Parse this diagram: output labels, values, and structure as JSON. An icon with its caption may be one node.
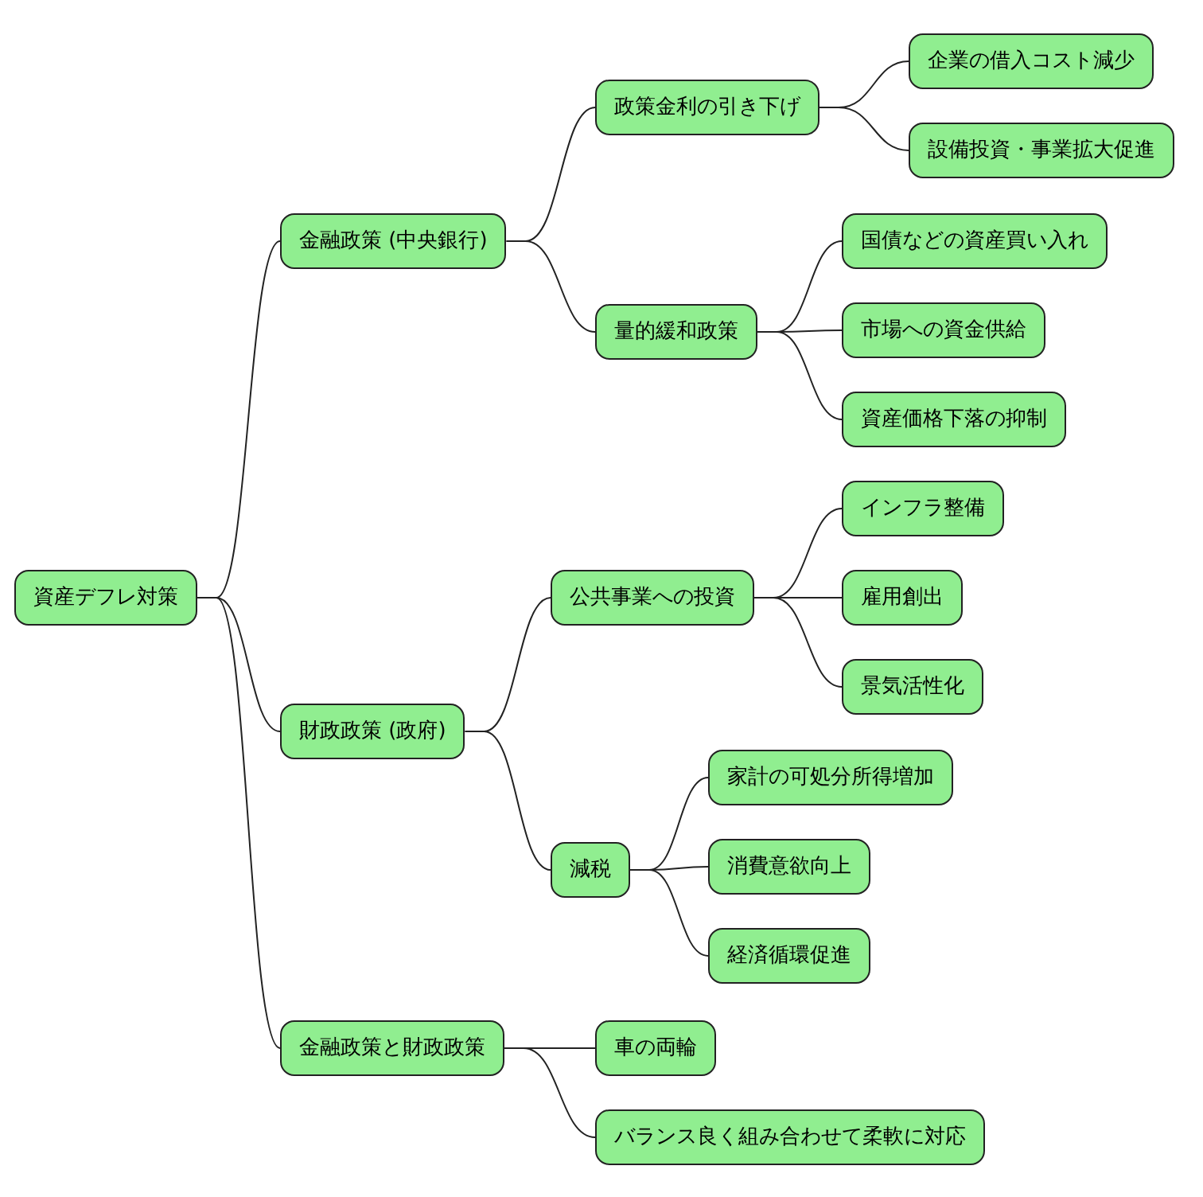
{
  "diagram": {
    "nodes": [
      {
        "text": [
          "資産デフレ対策"
        ]
      },
      {
        "text": [
          "金融政策 (中央銀行)"
        ]
      },
      {
        "text": [
          "政策金利の引き下げ"
        ]
      },
      {
        "text": [
          "企業の借入コスト減少"
        ]
      },
      {
        "text": [
          "設備投資・事業拡大促進"
        ]
      },
      {
        "text": [
          "量的緩和政策"
        ]
      },
      {
        "text": [
          "国債などの資産買い入れ"
        ]
      },
      {
        "text": [
          "市場への資金供給"
        ]
      },
      {
        "text": [
          "資産価格下落の抑制"
        ]
      },
      {
        "text": [
          "財政政策 (政府)"
        ]
      },
      {
        "text": [
          "公共事業への投資"
        ]
      },
      {
        "text": [
          "インフラ整備"
        ]
      },
      {
        "text": [
          "雇用創出"
        ]
      },
      {
        "text": [
          "景気活性化"
        ]
      },
      {
        "text": [
          "減税"
        ]
      },
      {
        "text": [
          "家計の可処分所得増加"
        ]
      },
      {
        "text": [
          "消費意欲向上"
        ]
      },
      {
        "text": [
          "経済循環促進"
        ]
      },
      {
        "text": [
          "金融政策と財政政策"
        ]
      },
      {
        "text": [
          "車の両輪"
        ]
      },
      {
        "text": [
          "バランス良く組み合わせて柔軟に対応"
        ]
      }
    ],
    "edges": [
      {
        "from": 0,
        "to": 1,
        "arrow": "none"
      },
      {
        "from": 1,
        "to": 2,
        "arrow": "none"
      },
      {
        "from": 2,
        "to": 3,
        "arrow": "none"
      },
      {
        "from": 2,
        "to": 4,
        "arrow": "none"
      },
      {
        "from": 1,
        "to": 5,
        "arrow": "none"
      },
      {
        "from": 5,
        "to": 6,
        "arrow": "none"
      },
      {
        "from": 5,
        "to": 7,
        "arrow": "none"
      },
      {
        "from": 5,
        "to": 8,
        "arrow": "none"
      },
      {
        "from": 0,
        "to": 9,
        "arrow": "none"
      },
      {
        "from": 9,
        "to": 10,
        "arrow": "none"
      },
      {
        "from": 10,
        "to": 11,
        "arrow": "none"
      },
      {
        "from": 10,
        "to": 12,
        "arrow": "none"
      },
      {
        "from": 10,
        "to": 13,
        "arrow": "none"
      },
      {
        "from": 9,
        "to": 14,
        "arrow": "none"
      },
      {
        "from": 14,
        "to": 15,
        "arrow": "none"
      },
      {
        "from": 14,
        "to": 16,
        "arrow": "none"
      },
      {
        "from": 14,
        "to": 17,
        "arrow": "none"
      },
      {
        "from": 0,
        "to": 18,
        "arrow": "none"
      },
      {
        "from": 18,
        "to": 19,
        "arrow": "none"
      },
      {
        "from": 18,
        "to": 20,
        "arrow": "none"
      }
    ]
  }
}
